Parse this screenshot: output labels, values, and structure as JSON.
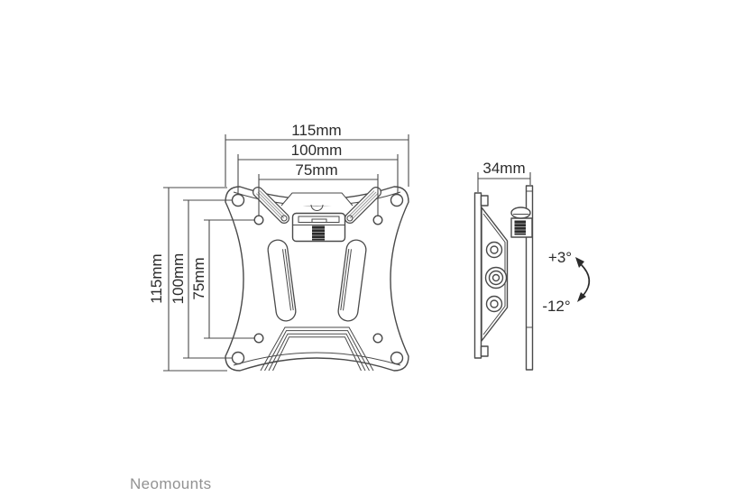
{
  "brand": {
    "name": "Neomounts"
  },
  "front_view": {
    "h_dims": [
      "115mm",
      "100mm",
      "75mm"
    ],
    "v_dims": [
      "115mm",
      "100mm",
      "75mm"
    ]
  },
  "side_view": {
    "depth_dim": "34mm",
    "tilt_up_label": "+3°",
    "tilt_down_label": "-12°"
  },
  "colors": {
    "line": "#4a4a4a",
    "dimension_text": "#2b2b2b",
    "dark_fill": "#2b2b2b",
    "brand_text": "#929292",
    "background": "#ffffff"
  }
}
